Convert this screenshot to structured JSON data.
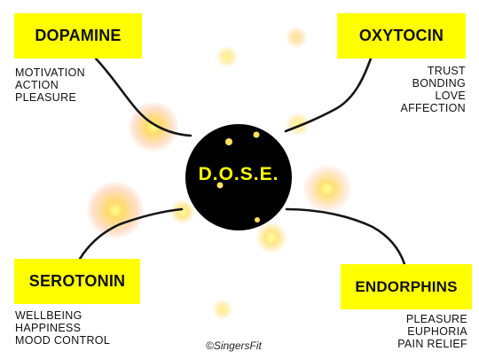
{
  "center": {
    "title": "D.O.S.E."
  },
  "nodes": [
    {
      "name": "DOPAMINE",
      "terms": [
        "MOTIVATION",
        "ACTION",
        "PLEASURE"
      ]
    },
    {
      "name": "OXYTOCIN",
      "terms": [
        "TRUST",
        "BONDING",
        "LOVE",
        "AFFECTION"
      ]
    },
    {
      "name": "SEROTONIN",
      "terms": [
        "WELLBEING",
        "HAPPINESS",
        "MOOD CONTROL"
      ]
    },
    {
      "name": "ENDORPHINS",
      "terms": [
        "PLEASURE",
        "EUPHORIA",
        "PAIN RELIEF"
      ]
    }
  ],
  "credit": "©SingersFit",
  "colors": {
    "highlight": "#ffff00",
    "center_fill": "#000000",
    "glow": "#ffd700",
    "text": "#111111"
  }
}
